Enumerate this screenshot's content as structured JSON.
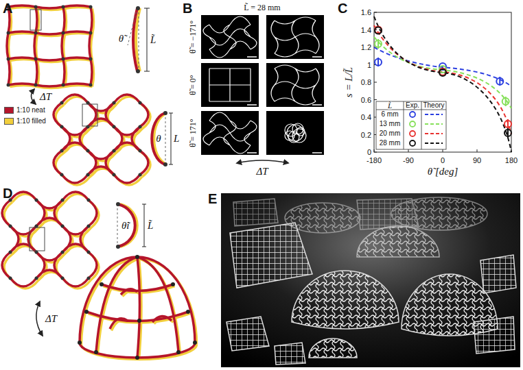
{
  "diagram": {
    "labels": [
      "A",
      "θ̃",
      "L̃",
      "ΔT",
      "θ",
      "L",
      "B",
      "L̃ = 28 mm",
      "θ̃ = −171°",
      "θ̃ = 0°",
      "θ̃ = 171°",
      "ΔT",
      "C",
      "s = L/L̃",
      "θ̃ [deg]",
      "1.6",
      "1.4",
      "1.2",
      "1",
      "0.8",
      "0.6",
      "0.4",
      "0.2",
      "0",
      "-180",
      "-90",
      "0",
      "90",
      "180",
      "L̃",
      "Exp.",
      "Theory",
      "6 mm",
      "13 mm",
      "20 mm",
      "28 mm",
      "D",
      "θ̃i",
      "L̃",
      "ΔT",
      "E"
    ],
    "legend": [
      {
        "text": "1:10 neat",
        "color": "#b5152b"
      },
      {
        "text": "1:10 filled",
        "color": "#f2cf3c"
      }
    ]
  }
}
